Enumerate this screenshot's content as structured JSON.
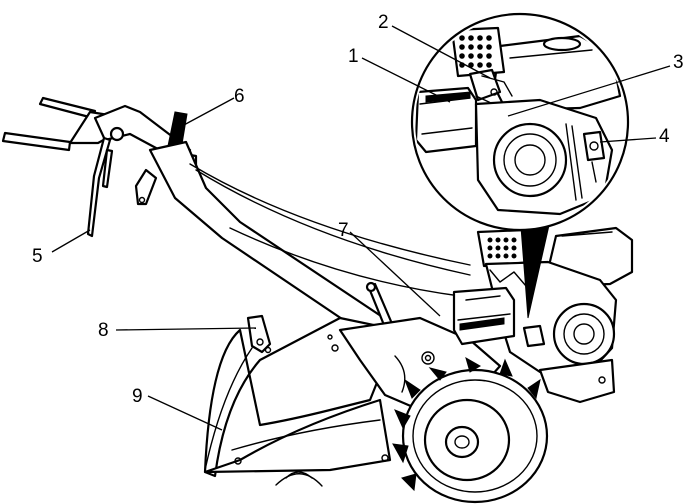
{
  "callouts": [
    {
      "id": "1",
      "label": "1"
    },
    {
      "id": "2",
      "label": "2"
    },
    {
      "id": "3",
      "label": "3"
    },
    {
      "id": "4",
      "label": "4"
    },
    {
      "id": "5",
      "label": "5"
    },
    {
      "id": "6",
      "label": "6"
    },
    {
      "id": "7",
      "label": "7"
    },
    {
      "id": "8",
      "label": "8"
    },
    {
      "id": "9",
      "label": "9"
    }
  ],
  "colors": {
    "ink": "#000000",
    "paper": "#ffffff"
  },
  "icons": {
    "illustration": "rear-tine-tiller-illustration",
    "magnifier": "engine-detail-magnifier"
  }
}
